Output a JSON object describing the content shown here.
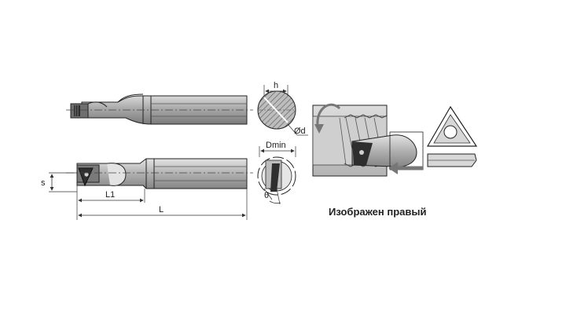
{
  "labels": {
    "h": "h",
    "d": "Ød",
    "dmin": "Dmin",
    "theta": "θ",
    "s": "s",
    "l1": "L1",
    "l": "L"
  },
  "caption": "Изображен правый"
}
